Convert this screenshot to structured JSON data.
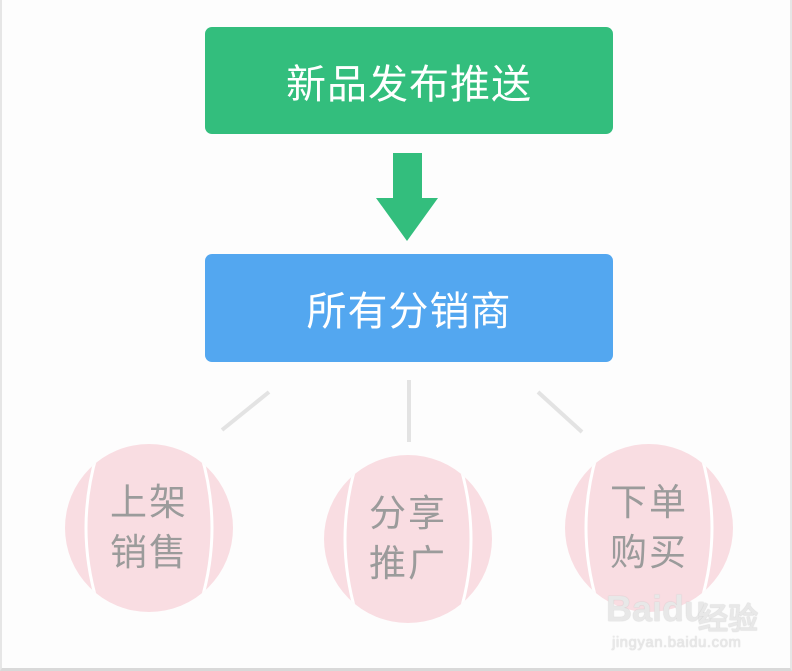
{
  "top_node": {
    "label": "新品发布推送"
  },
  "middle_node": {
    "label": "所有分销商"
  },
  "outcomes": [
    {
      "line1": "上架",
      "line2": "销售"
    },
    {
      "line1": "分享",
      "line2": "推广"
    },
    {
      "line1": "下单",
      "line2": "购买"
    }
  ],
  "watermark": {
    "logo": "Baidu",
    "cn": "经验",
    "url": "jingyan.baidu.com"
  },
  "colors": {
    "green": "#33be7d",
    "blue": "#53a7f0",
    "ball": "#f9dde2",
    "ball_text": "#9b9b9b"
  }
}
